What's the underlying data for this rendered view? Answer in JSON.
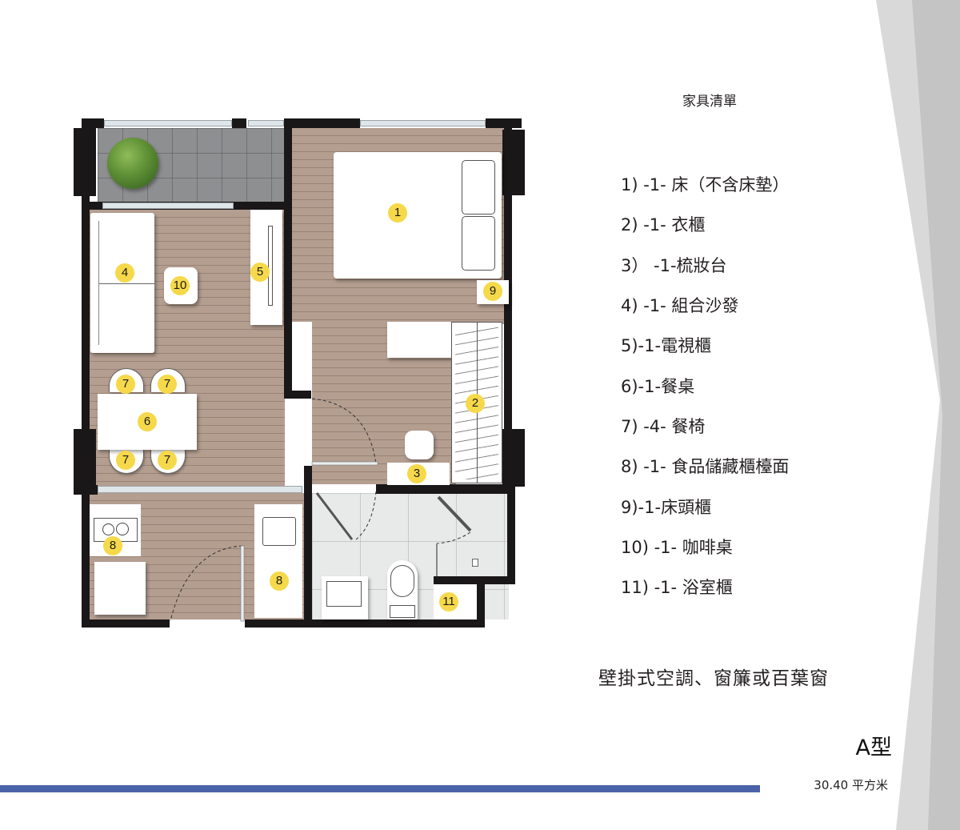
{
  "furniture_list": {
    "title": "家具清單",
    "items": [
      {
        "number": 1,
        "label": "1) -1- 床（不含床墊）"
      },
      {
        "number": 2,
        "label": "2) -1- 衣櫃"
      },
      {
        "number": 3,
        "label": "3） -1-梳妝台"
      },
      {
        "number": 4,
        "label": "4) -1- 組合沙發"
      },
      {
        "number": 5,
        "label": "5)-1-電視櫃"
      },
      {
        "number": 6,
        "label": "6)-1-餐桌"
      },
      {
        "number": 7,
        "label": "7) -4- 餐椅"
      },
      {
        "number": 8,
        "label": "8) -1- 食品儲藏櫃檯面"
      },
      {
        "number": 9,
        "label": "9)-1-床頭櫃"
      },
      {
        "number": 10,
        "label": "10) -1- 咖啡桌"
      },
      {
        "number": 11,
        "label": "11) -1- 浴室櫃"
      }
    ]
  },
  "note": "壁掛式空調、窗簾或百葉窗",
  "unit": {
    "type": "A型",
    "area": "30.40 平方米"
  },
  "floor_plan": {
    "badges": {
      "bed": "1",
      "wardrobe": "2",
      "dresser": "3",
      "sofa": "4",
      "tv_cabinet": "5",
      "dining_table": "6",
      "chair": "7",
      "pantry": "8",
      "nightstand": "9",
      "coffee_table": "10",
      "bathroom_cabinet": "11"
    }
  },
  "colors": {
    "accent_bar": "#4a63a8",
    "badge": "#f6d94a",
    "wall": "#1a1718",
    "wood_floor": "#b49e90",
    "side_decor": "#c8c8c8"
  }
}
